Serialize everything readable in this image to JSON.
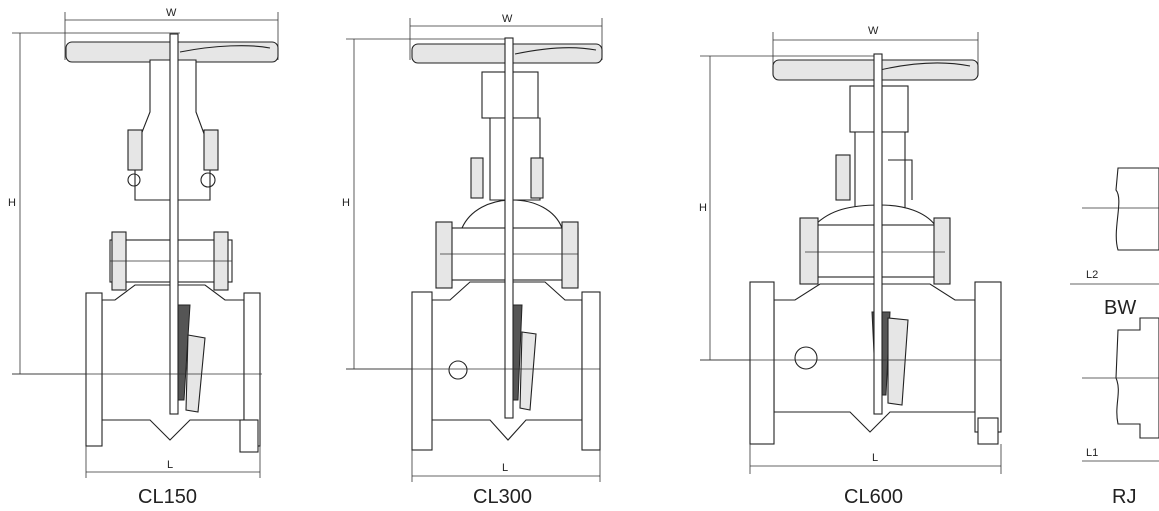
{
  "views": [
    {
      "caption": "CL150",
      "dim_w": "W",
      "dim_h": "H",
      "dim_l": "L"
    },
    {
      "caption": "CL300",
      "dim_w": "W",
      "dim_h": "H",
      "dim_l": "L"
    },
    {
      "caption": "CL600",
      "dim_w": "W",
      "dim_h": "H",
      "dim_l": "L"
    }
  ],
  "end_details": {
    "bw": {
      "caption": "BW",
      "dim": "L2"
    },
    "rj": {
      "caption": "RJ",
      "dim": "L1"
    }
  }
}
